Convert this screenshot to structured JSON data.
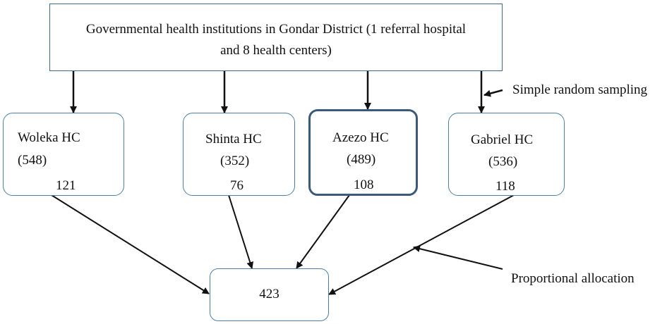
{
  "top": {
    "line1": "Governmental health institutions in Gondar District (1 referral hospital",
    "line2": "and 8 health centers)"
  },
  "centers": [
    {
      "name": "Woleka HC",
      "population": "(548)",
      "sample": "121"
    },
    {
      "name": "Shinta HC",
      "population": "(352)",
      "sample": "76"
    },
    {
      "name": "Azezo HC",
      "population": "(489)",
      "sample": "108"
    },
    {
      "name": "Gabriel HC",
      "population": "(536)",
      "sample": "118"
    }
  ],
  "total": "423",
  "notes": {
    "sampling": "Simple random sampling",
    "allocation": "Proportional allocation"
  },
  "colors": {
    "box_border": "#4a7fa8",
    "highlight_border": "#3a5a7c",
    "arrow": "#111111"
  }
}
